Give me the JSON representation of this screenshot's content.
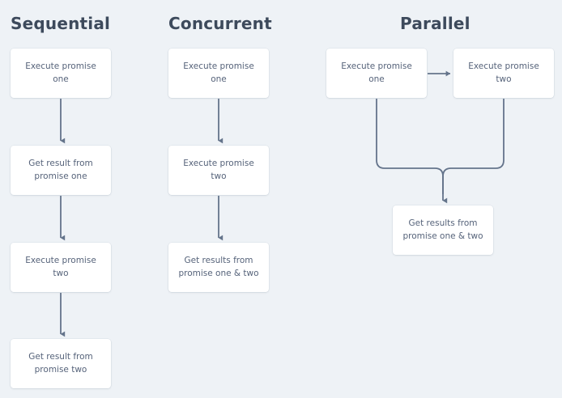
{
  "diagram": {
    "background_color": "#eef2f6",
    "node_color": "#ffffff",
    "title_color": "#3d4a5c",
    "label_color": "#56637a",
    "connector_color": "#64748b",
    "columns": [
      {
        "id": "sequential",
        "title": "Sequential",
        "nodes": [
          {
            "id": "seq-1",
            "label": "Execute promise one"
          },
          {
            "id": "seq-2",
            "label": "Get result from promise one"
          },
          {
            "id": "seq-3",
            "label": "Execute promise two"
          },
          {
            "id": "seq-4",
            "label": "Get result from promise two"
          }
        ],
        "connectors": [
          {
            "id": "seq-arrow-1",
            "type": "arrow-down",
            "from": "seq-1",
            "to": "seq-2"
          },
          {
            "id": "seq-arrow-2",
            "type": "arrow-down",
            "from": "seq-2",
            "to": "seq-3"
          },
          {
            "id": "seq-arrow-3",
            "type": "arrow-down",
            "from": "seq-3",
            "to": "seq-4"
          }
        ]
      },
      {
        "id": "concurrent",
        "title": "Concurrent",
        "nodes": [
          {
            "id": "con-1",
            "label": "Execute promise one"
          },
          {
            "id": "con-2",
            "label": "Execute promise two"
          },
          {
            "id": "con-3",
            "label": "Get results from promise one & two"
          }
        ],
        "connectors": [
          {
            "id": "con-arrow-1",
            "type": "arrow-down",
            "from": "con-1",
            "to": "con-2"
          },
          {
            "id": "con-arrow-2",
            "type": "arrow-down",
            "from": "con-2",
            "to": "con-3"
          }
        ]
      },
      {
        "id": "parallel",
        "title": "Parallel",
        "nodes": [
          {
            "id": "par-1",
            "label": "Execute promise one"
          },
          {
            "id": "par-2",
            "label": "Execute promise two"
          },
          {
            "id": "par-3",
            "label": "Get results from promise one & two"
          }
        ],
        "connectors": [
          {
            "id": "par-arrow-right",
            "type": "arrow-right",
            "from": "par-1",
            "to": "par-2"
          },
          {
            "id": "par-merge",
            "type": "merge-down",
            "from": "par-1,par-2",
            "to": "par-3"
          }
        ]
      }
    ]
  }
}
